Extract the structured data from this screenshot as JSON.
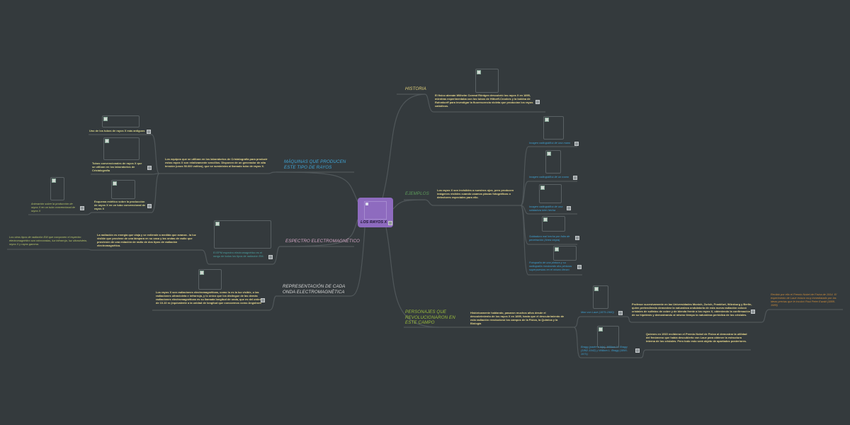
{
  "colors": {
    "background": "#343a3d",
    "center": "#8e6bbf",
    "body_text": "#e6d68a",
    "caption": "#3d9fd0"
  },
  "center": {
    "label": "LOS RAYOS X"
  },
  "historia": {
    "title": "HISTORIA",
    "body": "El físico alemán Wilhelm Conrad Röntgen descubrió los rayos X en 1895, mientras experimentaba con los tubos de Hittorff-Crookes y la bobina de Ruhmkorff para investigar la fluorescencia violeta que producían los rayos catódicos."
  },
  "ejemplos": {
    "title": "EJEMPLOS",
    "body": "Los rayos X son invisibles a nuestros ojos, pero producen imágenes visibles cuando usamos placas fotográficas o detectores especiales para ello.",
    "items": [
      "Imagen radiográfica de una mano",
      "Imagen radiográfica de un mano",
      "Imagen radiográfica de una soldadura bien hecha",
      "Soldadura mal hecha por falta de penetración (línea negra)",
      "Fotografía de una pintura y su radiografía mostrando dos pinturas superpuestas en el mismo lienzo"
    ]
  },
  "personajes": {
    "title": "PERSONAJES QUE REVOLUCIONARON EN ESTE CAMPO",
    "body": "Históricamente hablando, pasaron muchos años desde el descubrimiento de los rayos X en 1895, hasta que el descubrimiento de esta radiación revolucionó los campos de la Física, la Química y la Biología",
    "laue": {
      "caption": "Max von Laue (1879-1960)",
      "body": "Profesor sucesivamente en las Universidades Munich, Zurich, Frankfurt, Würzburg y Berlin, quien pretendiendo demostrar la naturaleza ondulatoria de esta nueva radiación colocó cristales de sulfatos de cobre y de blenda frente a los rayos X, obteniendo la confirmación de su hipótesis y demostrando al mismo tiempo la naturaleza periódica de los cristales.",
      "note": "Recibió por ello el Premio Nobel de Física de 1914. El experimento de Laue estuvo muy inmediatado por las ideas previas que le inculcó Paul Peter Ewald (1888-1985)"
    },
    "bragg": {
      "caption": "Bragg (padre e hijo), William H. Bragg (1862-1942) y William L. Bragg (1890-1971)",
      "body": "Quienes en 1915 recibieron el Premio Nobel de Física al demostrar la utilidad del fenómeno que había descubierto von Laue para obtener la estructura interna de los cristales. Pero todo esto será objeto de apartados posteriores."
    }
  },
  "maquinas": {
    "title": "MÁQUINAS QUE PRODUCEN ESTE TIPO DE RAYOS",
    "body": "Los equipos que se utilizan en los laboratorios de Cristalografía para producir estos rayos X son relativamente sencillos. Disponen de un generador de alta tensión (unos 50.000 voltios), que se suministra al llamado tubo de rayos X.",
    "items": [
      "Uno de los tubos de rayos X más antiguos",
      "Tubos convencionales de rayos X que se utilizan en los laboratorios de Cristalografía",
      "Esquema estético sobre la producción de rayos X en un tubo convencional de rayos X"
    ],
    "note": "Animación sobre la producción de rayos X en un tubo convencional de rayos X"
  },
  "espectro": {
    "title": "ESPECTRO ELECTROMAGNÉTICO",
    "caption": "El EPM espectro electromagnético es el rango de todos los tipos de radiación EM.",
    "body": "La radiación es energía que viaja y se extiende a medida que avanza - la luz visible que proviene de una lámpara en su casa y las ondas de radio que provienen de una estación de radio de dos tipos de radiación electromagnética.",
    "note": "Los otros tipos de radiación EM que componen el espectro electromagnético son microondas, luz infrarroja, luz ultravioleta, rayos X y rayos gamma."
  },
  "representacion": {
    "title": "REPRESENTACIÓN DE CADA ONDA ELECTROMAGNÉTICA",
    "body": "Los rayos X son radiaciones electromagnéticas, como lo es la luz visible, o las radiaciones ultravioleta e infrarroja, y lo único que los distingue de las demás radiaciones electromagnéticas es su llamada longitud de onda, que es del orden de 10-10 m (equivalente a la unidad de longitud que conocemos como Angstrom"
  }
}
